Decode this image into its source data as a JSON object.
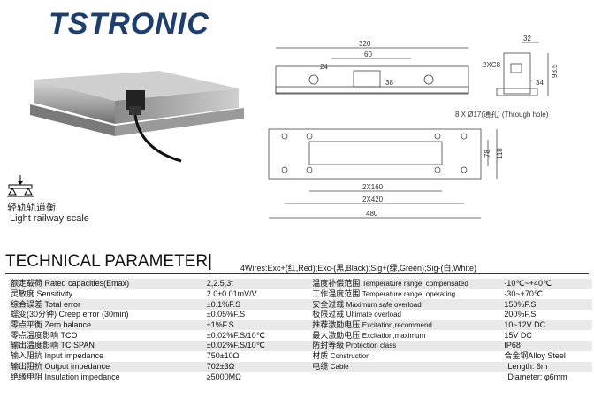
{
  "logo": {
    "text": "TSTRONIC"
  },
  "product": {
    "caption_cn": "轻轨轨道衡",
    "caption_en": "Light railway scale"
  },
  "drawing": {
    "dims": {
      "d320": "320",
      "d60": "60",
      "d24": "24",
      "d38": "38",
      "d32": "32",
      "d2xc8": "2XC8",
      "d34": "34",
      "d93": "93.5",
      "holes": "8 X Ø17(通孔) (Through hole)",
      "d78": "78",
      "d118": "118",
      "d2x160": "2X160",
      "d2x420": "2X420",
      "d480": "480"
    }
  },
  "section": {
    "title": "TECHNICAL PARAMETER|",
    "wires": "4Wires:Exc+(红,Red);Exc-(黑,Black);Sig+(绿,Green);Sig-(白,White)"
  },
  "params": [
    {
      "cn": "额定载荷",
      "en": "Rated capacities(Emax)",
      "value": "2,2.5,3t",
      "cn2": "温度补偿范围",
      "en2": "Temperature range, compensated",
      "value2": "-10℃~+40℃"
    },
    {
      "cn": "灵敏度",
      "en": "Sensitivity",
      "value": "2.0±0.01mV/V",
      "cn2": "工作温度范围",
      "en2": "Temperature range, operating",
      "value2": "-30~+70℃"
    },
    {
      "cn": "综合误差",
      "en": "Total error",
      "value": "±0.1%F.S",
      "cn2": "安全过载",
      "en2": "Maximum safe overload",
      "value2": "150%F.S"
    },
    {
      "cn": "蠕变(30分钟)",
      "en": "Creep error (30min)",
      "value": "±0.05%F.S",
      "cn2": "极限过载",
      "en2": "Ultimate overload",
      "value2": "200%F.S"
    },
    {
      "cn": "零点平衡",
      "en": "Zero balance",
      "value": "±1%F.S",
      "cn2": "推荐激励电压",
      "en2": "Excitation,recommend",
      "value2": "10~12V DC"
    },
    {
      "cn": "零点温度影响",
      "en": "TCO",
      "value": "±0.02%F.S/10℃",
      "cn2": "最大激励电压",
      "en2": "Excitation,maximum",
      "value2": "15V DC"
    },
    {
      "cn": "输出温度影响",
      "en": "TC SPAN",
      "value": "±0.02%F.S/10℃",
      "cn2": "防封等级",
      "en2": "Protection class",
      "value2": "IP68"
    },
    {
      "cn": "输入阻抗",
      "en": "Input  impedance",
      "value": "750±10Ω",
      "cn2": "材质",
      "en2": "Construction",
      "value2": "合金钢Alloy Steel"
    },
    {
      "cn": "输出阻抗",
      "en": "Output  impedance",
      "value": "702±3Ω",
      "cn2": "电缆",
      "en2": "Cable",
      "value2": "Length: 6m"
    },
    {
      "cn": "绝缘电阻",
      "en": "Insulation impedance",
      "value": "≥5000MΩ",
      "cn2": "",
      "en2": "",
      "value2": "Diameter: φ6mm"
    }
  ]
}
